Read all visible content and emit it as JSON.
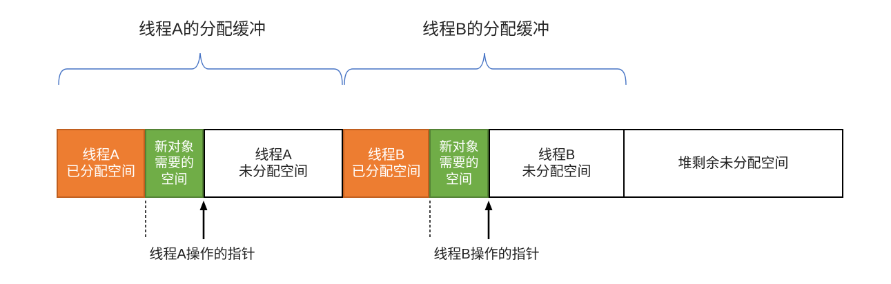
{
  "diagram": {
    "titles": {
      "buffer_a": "线程A的分配缓冲",
      "buffer_b": "线程B的分配缓冲"
    },
    "segments": [
      {
        "id": "thread-a-allocated",
        "label": "线程A\n已分配空间",
        "fill": "#ED7D31"
      },
      {
        "id": "new-object-space-a",
        "label": "新对象\n需要的\n空间",
        "fill": "#70AD47"
      },
      {
        "id": "thread-a-unallocated",
        "label": "线程A\n未分配空间",
        "fill": "#FFFFFF"
      },
      {
        "id": "thread-b-allocated",
        "label": "线程B\n已分配空间",
        "fill": "#ED7D31"
      },
      {
        "id": "new-object-space-b",
        "label": "新对象\n需要的\n空间",
        "fill": "#70AD47"
      },
      {
        "id": "thread-b-unallocated",
        "label": "线程B\n未分配空间",
        "fill": "#FFFFFF"
      },
      {
        "id": "heap-remaining",
        "label": "堆剩余未分配空间",
        "fill": "#FFFFFF"
      }
    ],
    "pointers": {
      "a": "线程A操作的指针",
      "b": "线程B操作的指针"
    },
    "colors": {
      "orange": "#ED7D31",
      "orange_outline": "#C05F1F",
      "green": "#70AD47",
      "green_outline": "#548235",
      "brace_blue": "#4472C4",
      "line_black": "#000000"
    }
  }
}
